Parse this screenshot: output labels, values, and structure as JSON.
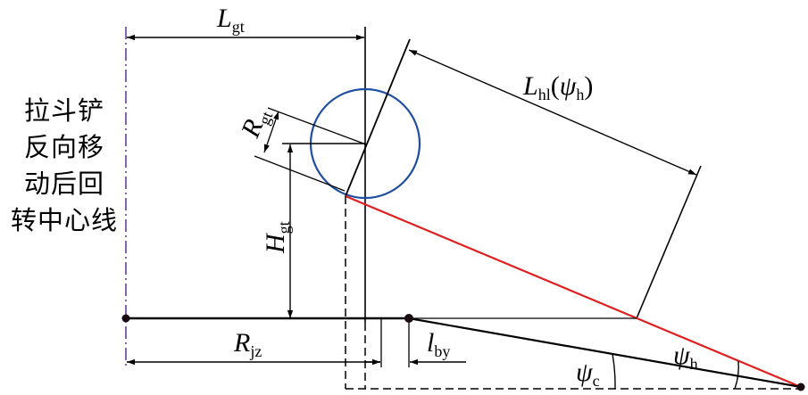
{
  "side_text": [
    "拉斗铲",
    "反向移",
    "动后回",
    "转中心线"
  ],
  "labels": {
    "L_gt": {
      "main": "L",
      "sub": "gt"
    },
    "R_gt": {
      "main": "R",
      "sub": "gt"
    },
    "H_gt": {
      "main": "H",
      "sub": "gt"
    },
    "L_hl": {
      "main": "L",
      "sub": "hl",
      "tail_open": "(",
      "psi": "ψ",
      "psi_sub": "h",
      "tail_close": ")"
    },
    "R_jz": {
      "main": "R",
      "sub": "jz"
    },
    "l_by": {
      "main": "l",
      "sub": "by"
    },
    "psi_c": {
      "main": "ψ",
      "sub": "c"
    },
    "psi_h": {
      "main": "ψ",
      "sub": "h"
    }
  },
  "colors": {
    "axis_line": "#6a3d9a",
    "circle": "#1f4fa0",
    "red_line": "#e02020",
    "ink": "#000000"
  }
}
